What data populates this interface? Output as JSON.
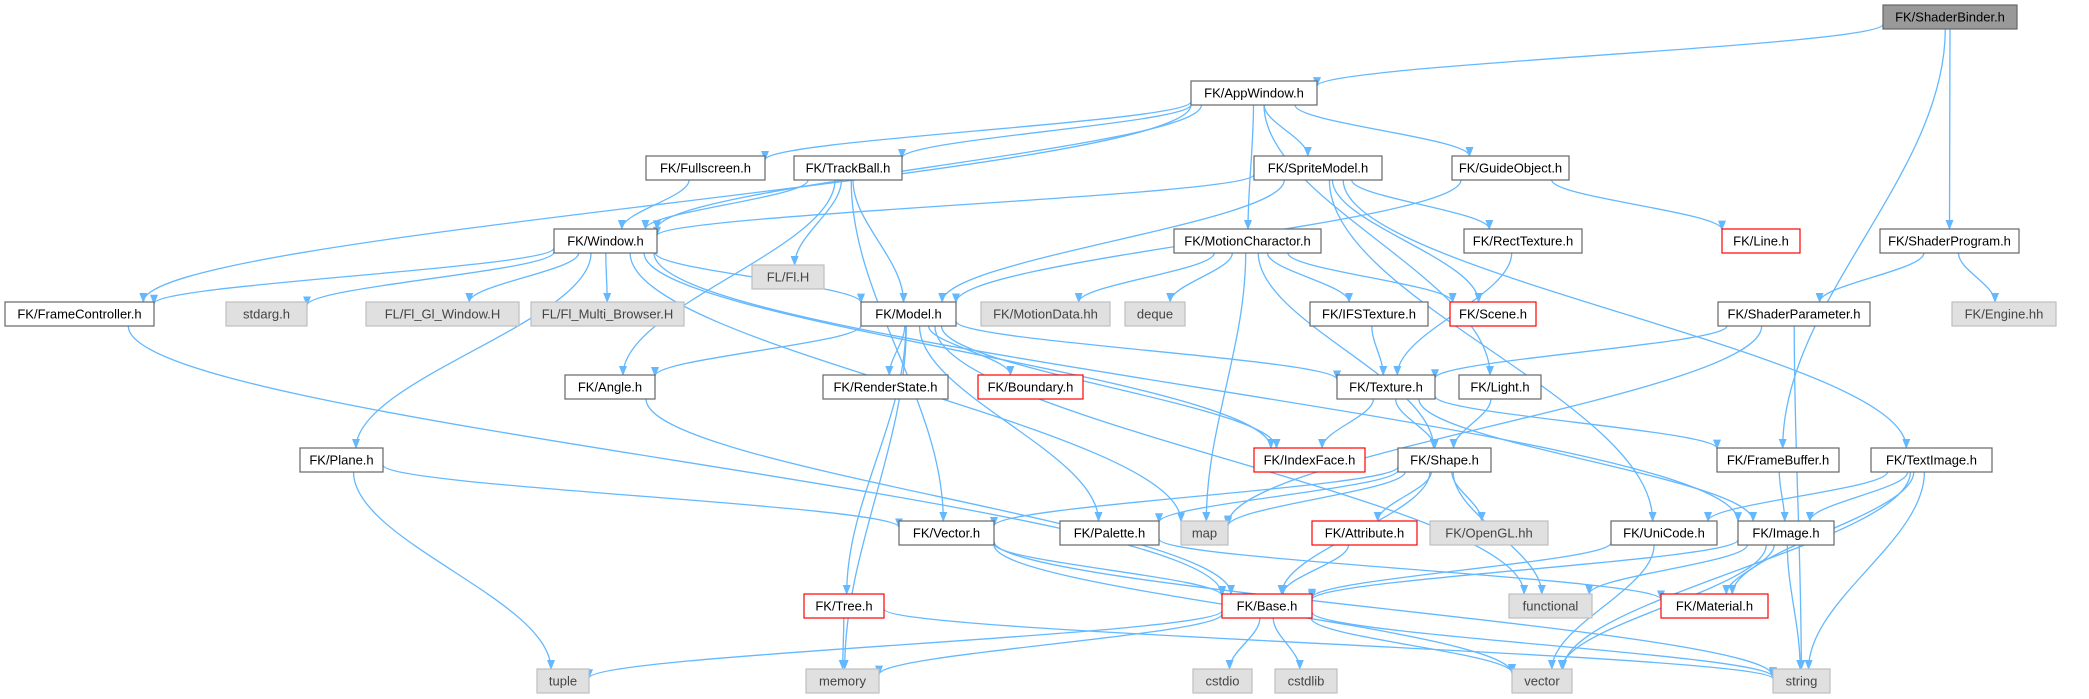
{
  "diagram": {
    "colors": {
      "edge": "#63b8ff",
      "root_fill": "#999999",
      "plain_border": "#666666",
      "system_fill": "#e0e0e0",
      "truncated_border": "#ff0000"
    },
    "nodes": [
      {
        "id": "shaderbinder",
        "label": "FK/ShaderBinder.h",
        "kind": "root"
      },
      {
        "id": "appwindow",
        "label": "FK/AppWindow.h",
        "kind": "plain"
      },
      {
        "id": "fullscreen",
        "label": "FK/Fullscreen.h",
        "kind": "plain"
      },
      {
        "id": "trackball",
        "label": "FK/TrackBall.h",
        "kind": "plain"
      },
      {
        "id": "spritemodel",
        "label": "FK/SpriteModel.h",
        "kind": "plain"
      },
      {
        "id": "guideobject",
        "label": "FK/GuideObject.h",
        "kind": "plain"
      },
      {
        "id": "window",
        "label": "FK/Window.h",
        "kind": "plain"
      },
      {
        "id": "fl_h",
        "label": "FL/Fl.H",
        "kind": "system"
      },
      {
        "id": "motioncharactor",
        "label": "FK/MotionCharactor.h",
        "kind": "plain"
      },
      {
        "id": "recttexture",
        "label": "FK/RectTexture.h",
        "kind": "plain"
      },
      {
        "id": "line",
        "label": "FK/Line.h",
        "kind": "truncated"
      },
      {
        "id": "shaderprogram",
        "label": "FK/ShaderProgram.h",
        "kind": "plain"
      },
      {
        "id": "framecontroller",
        "label": "FK/FrameController.h",
        "kind": "plain"
      },
      {
        "id": "stdarg",
        "label": "stdarg.h",
        "kind": "system"
      },
      {
        "id": "fl_gl_window",
        "label": "FL/Fl_Gl_Window.H",
        "kind": "system"
      },
      {
        "id": "fl_multi_browser",
        "label": "FL/Fl_Multi_Browser.H",
        "kind": "system"
      },
      {
        "id": "model",
        "label": "FK/Model.h",
        "kind": "plain"
      },
      {
        "id": "motiondata",
        "label": "FK/MotionData.hh",
        "kind": "system"
      },
      {
        "id": "deque",
        "label": "deque",
        "kind": "system"
      },
      {
        "id": "ifstexture",
        "label": "FK/IFSTexture.h",
        "kind": "plain"
      },
      {
        "id": "scene",
        "label": "FK/Scene.h",
        "kind": "truncated"
      },
      {
        "id": "shaderparameter",
        "label": "FK/ShaderParameter.h",
        "kind": "plain"
      },
      {
        "id": "engine",
        "label": "FK/Engine.hh",
        "kind": "system"
      },
      {
        "id": "angle",
        "label": "FK/Angle.h",
        "kind": "plain"
      },
      {
        "id": "renderstate",
        "label": "FK/RenderState.h",
        "kind": "plain"
      },
      {
        "id": "boundary",
        "label": "FK/Boundary.h",
        "kind": "truncated"
      },
      {
        "id": "texture",
        "label": "FK/Texture.h",
        "kind": "plain"
      },
      {
        "id": "light",
        "label": "FK/Light.h",
        "kind": "plain"
      },
      {
        "id": "plane",
        "label": "FK/Plane.h",
        "kind": "plain"
      },
      {
        "id": "indexface",
        "label": "FK/IndexFace.h",
        "kind": "truncated"
      },
      {
        "id": "shape",
        "label": "FK/Shape.h",
        "kind": "plain"
      },
      {
        "id": "framebuffer",
        "label": "FK/FrameBuffer.h",
        "kind": "plain"
      },
      {
        "id": "textimage",
        "label": "FK/TextImage.h",
        "kind": "plain"
      },
      {
        "id": "vector_h",
        "label": "FK/Vector.h",
        "kind": "plain"
      },
      {
        "id": "palette",
        "label": "FK/Palette.h",
        "kind": "plain"
      },
      {
        "id": "map",
        "label": "map",
        "kind": "system"
      },
      {
        "id": "attribute",
        "label": "FK/Attribute.h",
        "kind": "truncated"
      },
      {
        "id": "opengl",
        "label": "FK/OpenGL.hh",
        "kind": "system"
      },
      {
        "id": "unicode",
        "label": "FK/UniCode.h",
        "kind": "plain"
      },
      {
        "id": "image",
        "label": "FK/Image.h",
        "kind": "plain"
      },
      {
        "id": "tree",
        "label": "FK/Tree.h",
        "kind": "truncated"
      },
      {
        "id": "base",
        "label": "FK/Base.h",
        "kind": "truncated"
      },
      {
        "id": "functional",
        "label": "functional",
        "kind": "system"
      },
      {
        "id": "material",
        "label": "FK/Material.h",
        "kind": "truncated"
      },
      {
        "id": "tuple",
        "label": "tuple",
        "kind": "system"
      },
      {
        "id": "memory",
        "label": "memory",
        "kind": "system"
      },
      {
        "id": "cstdio",
        "label": "cstdio",
        "kind": "system"
      },
      {
        "id": "cstdlib",
        "label": "cstdlib",
        "kind": "system"
      },
      {
        "id": "vector",
        "label": "vector",
        "kind": "system"
      },
      {
        "id": "string",
        "label": "string",
        "kind": "system"
      }
    ],
    "edges": [
      [
        "shaderbinder",
        "appwindow"
      ],
      [
        "shaderbinder",
        "shaderprogram"
      ],
      [
        "shaderbinder",
        "framebuffer"
      ],
      [
        "appwindow",
        "fullscreen"
      ],
      [
        "appwindow",
        "trackball"
      ],
      [
        "appwindow",
        "spritemodel"
      ],
      [
        "appwindow",
        "guideobject"
      ],
      [
        "appwindow",
        "window"
      ],
      [
        "appwindow",
        "framecontroller"
      ],
      [
        "appwindow",
        "motioncharactor"
      ],
      [
        "appwindow",
        "light"
      ],
      [
        "fullscreen",
        "window"
      ],
      [
        "trackball",
        "window"
      ],
      [
        "trackball",
        "fl_h"
      ],
      [
        "trackball",
        "model"
      ],
      [
        "trackball",
        "angle"
      ],
      [
        "trackball",
        "vector_h"
      ],
      [
        "spritemodel",
        "window"
      ],
      [
        "spritemodel",
        "model"
      ],
      [
        "spritemodel",
        "recttexture"
      ],
      [
        "spritemodel",
        "scene"
      ],
      [
        "spritemodel",
        "unicode"
      ],
      [
        "spritemodel",
        "textimage"
      ],
      [
        "guideobject",
        "model"
      ],
      [
        "guideobject",
        "line"
      ],
      [
        "window",
        "framecontroller"
      ],
      [
        "window",
        "stdarg"
      ],
      [
        "window",
        "fl_gl_window"
      ],
      [
        "window",
        "fl_multi_browser"
      ],
      [
        "window",
        "model"
      ],
      [
        "window",
        "plane"
      ],
      [
        "window",
        "map"
      ],
      [
        "window",
        "indexface"
      ],
      [
        "window",
        "image"
      ],
      [
        "motioncharactor",
        "motiondata"
      ],
      [
        "motioncharactor",
        "deque"
      ],
      [
        "motioncharactor",
        "ifstexture"
      ],
      [
        "motioncharactor",
        "scene"
      ],
      [
        "motioncharactor",
        "map"
      ],
      [
        "motioncharactor",
        "shape"
      ],
      [
        "recttexture",
        "texture"
      ],
      [
        "shaderprogram",
        "shaderparameter"
      ],
      [
        "shaderprogram",
        "engine"
      ],
      [
        "framecontroller",
        "base"
      ],
      [
        "model",
        "angle"
      ],
      [
        "model",
        "renderstate"
      ],
      [
        "model",
        "boundary"
      ],
      [
        "model",
        "texture"
      ],
      [
        "model",
        "indexface"
      ],
      [
        "model",
        "tree"
      ],
      [
        "model",
        "palette"
      ],
      [
        "model",
        "memory"
      ],
      [
        "model",
        "functional"
      ],
      [
        "ifstexture",
        "texture"
      ],
      [
        "shaderparameter",
        "texture"
      ],
      [
        "shaderparameter",
        "map"
      ],
      [
        "shaderparameter",
        "string"
      ],
      [
        "angle",
        "base"
      ],
      [
        "texture",
        "indexface"
      ],
      [
        "texture",
        "shape"
      ],
      [
        "texture",
        "framebuffer"
      ],
      [
        "texture",
        "image"
      ],
      [
        "light",
        "shape"
      ],
      [
        "plane",
        "vector_h"
      ],
      [
        "plane",
        "tuple"
      ],
      [
        "shape",
        "vector_h"
      ],
      [
        "shape",
        "palette"
      ],
      [
        "shape",
        "map"
      ],
      [
        "shape",
        "attribute"
      ],
      [
        "shape",
        "opengl"
      ],
      [
        "shape",
        "base"
      ],
      [
        "shape",
        "functional"
      ],
      [
        "framebuffer",
        "image"
      ],
      [
        "textimage",
        "unicode"
      ],
      [
        "textimage",
        "image"
      ],
      [
        "textimage",
        "material"
      ],
      [
        "textimage",
        "vector"
      ],
      [
        "textimage",
        "string"
      ],
      [
        "vector_h",
        "base"
      ],
      [
        "vector_h",
        "vector"
      ],
      [
        "vector_h",
        "string"
      ],
      [
        "palette",
        "material"
      ],
      [
        "attribute",
        "base"
      ],
      [
        "unicode",
        "base"
      ],
      [
        "unicode",
        "vector"
      ],
      [
        "image",
        "base"
      ],
      [
        "image",
        "functional"
      ],
      [
        "image",
        "material"
      ],
      [
        "image",
        "vector"
      ],
      [
        "image",
        "string"
      ],
      [
        "tree",
        "memory"
      ],
      [
        "tree",
        "string"
      ],
      [
        "base",
        "tuple"
      ],
      [
        "base",
        "memory"
      ],
      [
        "base",
        "cstdio"
      ],
      [
        "base",
        "cstdlib"
      ],
      [
        "base",
        "vector"
      ],
      [
        "base",
        "string"
      ]
    ]
  }
}
